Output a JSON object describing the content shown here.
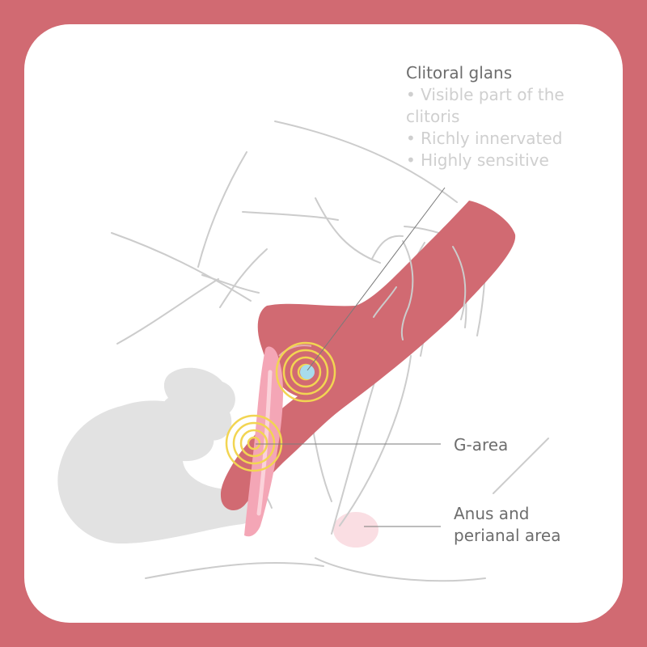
{
  "colors": {
    "frame": "#d16a72",
    "card": "#ffffff",
    "device": "#d16a72",
    "outline": "#cccccc",
    "organ_fill": "#e2e2e2",
    "vaginal_channel": "#f4a6b6",
    "stimulation_rings": "#f2d552",
    "glans_dot": "#a8dcec",
    "label_text": "#6d6d6d",
    "sub_text": "#cfcfcf",
    "leader_line": "#7a7a7a",
    "anus_glow": "#f5c3cc"
  },
  "callouts": {
    "clitoral": {
      "title": "Clitoral glans",
      "points": [
        "• Visible part of the clitoris",
        "• Richly innervated",
        "• Highly sensitive"
      ]
    },
    "g_area": {
      "title": "G-area"
    },
    "anus": {
      "title_line1": "Anus and",
      "title_line2": "perianal area"
    }
  }
}
